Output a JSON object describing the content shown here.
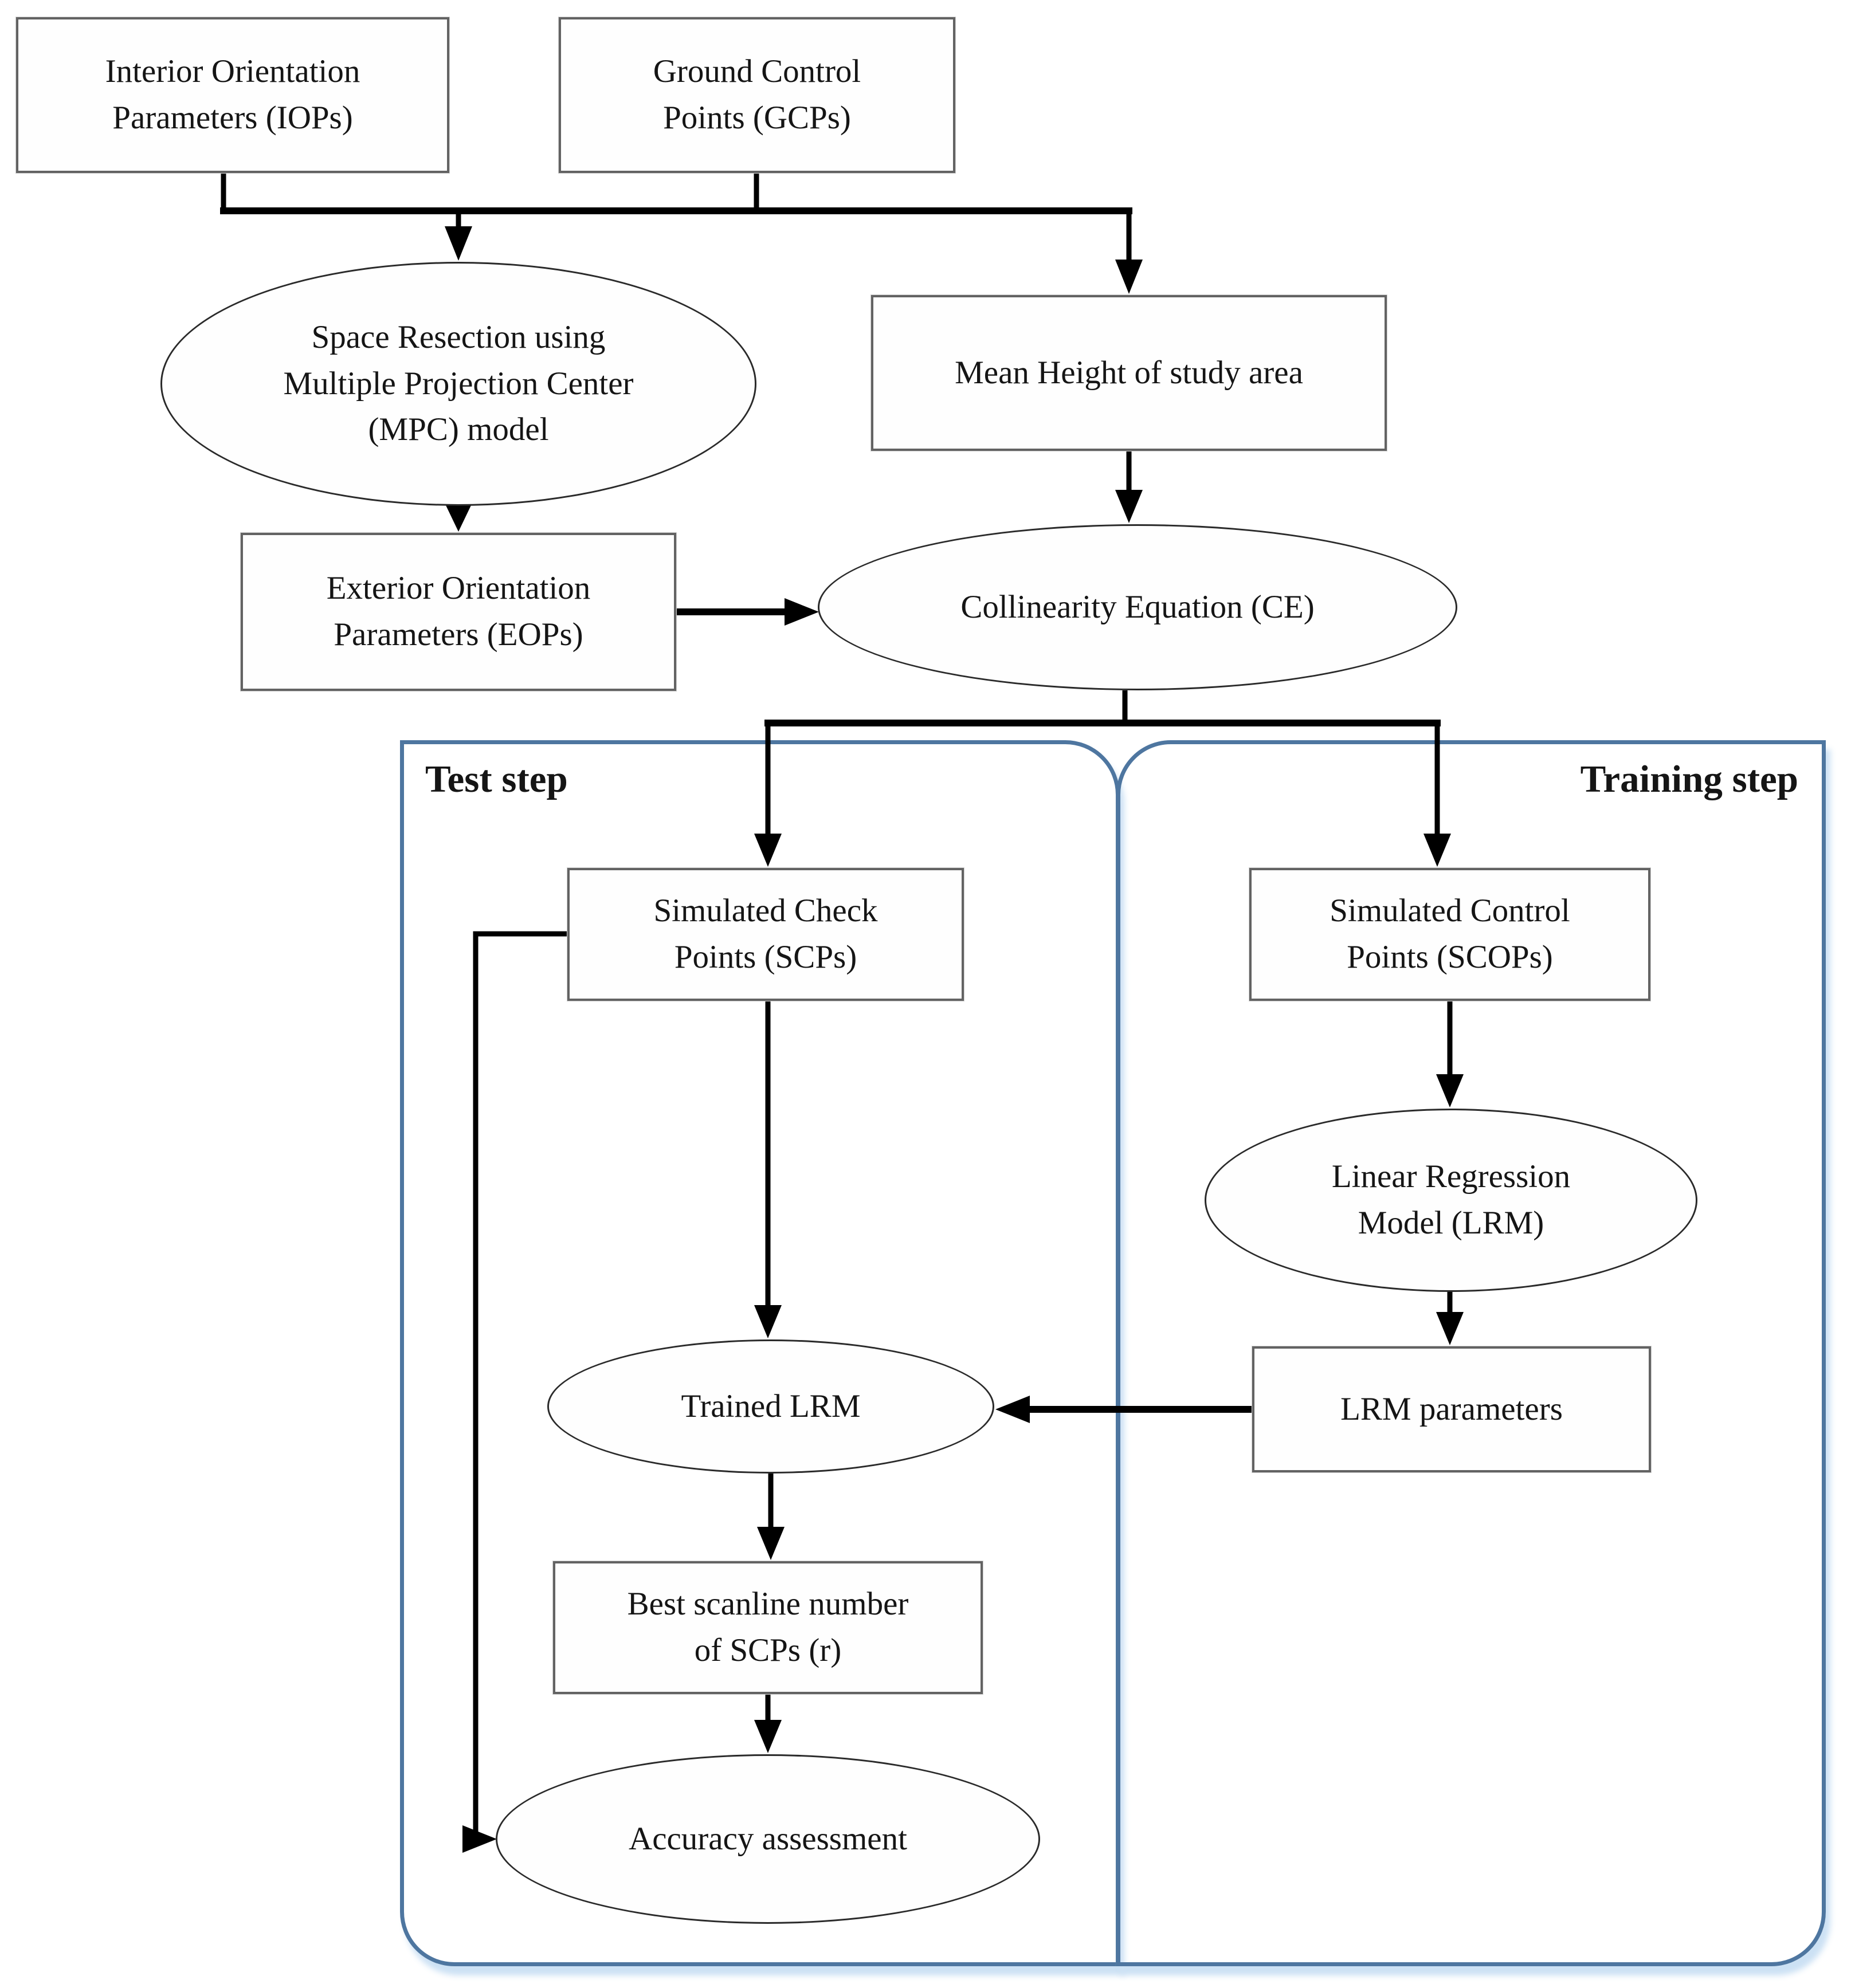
{
  "diagram": {
    "type": "flowchart",
    "description": "Workflow with a test step and a training step driven by the collinearity equation"
  },
  "nodes": {
    "iops": {
      "label": "Interior Orientation Parameters (IOPs)",
      "shape": "rect"
    },
    "gcps": {
      "label": "Ground Control Points (GCPs)",
      "shape": "rect"
    },
    "mpc": {
      "label": "Space Resection using Multiple Projection Center (MPC) model",
      "shape": "ellipse"
    },
    "mean_height": {
      "label": "Mean Height of study area",
      "shape": "rect"
    },
    "eops": {
      "label": "Exterior Orientation Parameters (EOPs)",
      "shape": "rect"
    },
    "ce": {
      "label": "Collinearity Equation (CE)",
      "shape": "ellipse"
    },
    "scps": {
      "label": "Simulated Check Points (SCPs)",
      "shape": "rect"
    },
    "scops": {
      "label": "Simulated Control Points (SCOPs)",
      "shape": "rect"
    },
    "lrm": {
      "label": "Linear Regression Model (LRM)",
      "shape": "ellipse"
    },
    "lrm_params": {
      "label": "LRM parameters",
      "shape": "rect"
    },
    "trained_lrm": {
      "label": "Trained LRM",
      "shape": "ellipse"
    },
    "best_scanline": {
      "label": "Best scanline number of SCPs (r)",
      "shape": "rect"
    },
    "accuracy": {
      "label": "Accuracy assessment",
      "shape": "ellipse"
    }
  },
  "sections": {
    "test": {
      "label": "Test step"
    },
    "training": {
      "label": "Training step"
    }
  },
  "edges": [
    {
      "from": "iops",
      "to": "mpc"
    },
    {
      "from": "gcps",
      "to": "mpc"
    },
    {
      "from": "iops",
      "to": "mean_height"
    },
    {
      "from": "gcps",
      "to": "mean_height"
    },
    {
      "from": "mpc",
      "to": "eops"
    },
    {
      "from": "mean_height",
      "to": "ce"
    },
    {
      "from": "eops",
      "to": "ce"
    },
    {
      "from": "ce",
      "to": "scps"
    },
    {
      "from": "ce",
      "to": "scops"
    },
    {
      "from": "scops",
      "to": "lrm"
    },
    {
      "from": "lrm",
      "to": "lrm_params"
    },
    {
      "from": "lrm_params",
      "to": "trained_lrm"
    },
    {
      "from": "scps",
      "to": "trained_lrm"
    },
    {
      "from": "trained_lrm",
      "to": "best_scanline"
    },
    {
      "from": "best_scanline",
      "to": "accuracy"
    },
    {
      "from": "scps",
      "to": "accuracy"
    }
  ],
  "colors": {
    "connector": "#000000",
    "node_border_rect": "#636363",
    "node_border_ellipse": "#2a2a2a",
    "panel_border": "#4e76a0",
    "panel_shadow": "#cfe1f5",
    "text": "#151515",
    "background": "#ffffff"
  }
}
